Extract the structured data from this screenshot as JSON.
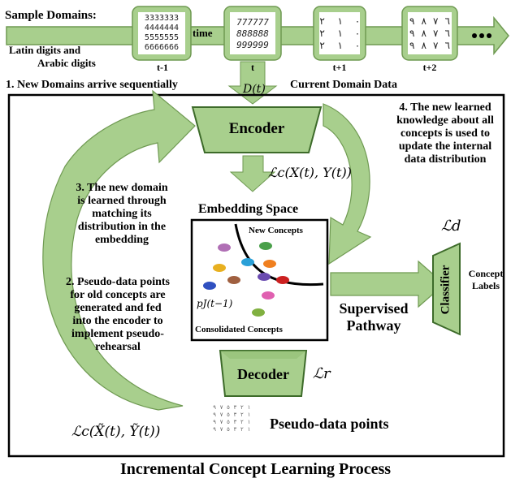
{
  "header": {
    "sample_domains": "Sample Domains:",
    "latin_arabic_line1": "Latin digits and",
    "latin_arabic_line2": "Arabic digits",
    "time_label": "time",
    "new_domains": "1. New Domains arrive sequentially",
    "current_domain": "Current Domain Data",
    "domain_data_symbol": "D(t)"
  },
  "domains": [
    {
      "label": "t-1",
      "digits": "3333333\n4444444\n5555555\n6666666"
    },
    {
      "label": "t",
      "digits": "777777\n888888\n999999"
    },
    {
      "label": "t+1",
      "digits": "٠  ١  ٢\n٠  ١  ٢\n٠  ١  ٢"
    },
    {
      "label": "t+2",
      "digits": "٦ ٧ ٨ ٩\n٦ ٧ ٨ ٩\n٦ ٧ ٨ ٩"
    }
  ],
  "blocks": {
    "encoder": "Encoder",
    "decoder": "Decoder",
    "classifier": "Classifier",
    "concept_labels_1": "Concept",
    "concept_labels_2": "Labels"
  },
  "losses": {
    "lc": "ℒc(X(t), Y(t))",
    "ld": "ℒd",
    "lr": "ℒr",
    "lc_pseudo": "ℒc(X̃(t), Ỹ(t))"
  },
  "embedding": {
    "title": "Embedding Space",
    "new_concepts": "New Concepts",
    "consolidated": "Consolidated Concepts",
    "pj": "pJ(t−1)"
  },
  "notes": {
    "n3": [
      "3. The new domain",
      "is learned through",
      "matching its",
      "distribution in the",
      "embedding"
    ],
    "n4": [
      "4. The new learned",
      "knowledge about all",
      "concepts is used to",
      "update the internal",
      "data distribution"
    ],
    "n2": [
      "2. Pseudo-data points",
      "for old concepts are",
      "generated and fed",
      "into the encoder to",
      "implement pseudo-",
      "rehearsal"
    ]
  },
  "supervised": [
    "Supervised",
    "Pathway"
  ],
  "pseudo_points": "Pseudo-data points",
  "pseudo_glyphs": "١ ٢ ٣ ٥ ٧ ٩\n١ ٢ ٣ ٥ ٧ ٩\n١ ٢ ٣ ٥ ٧ ٩\n١ ٢ ٣ ٥ ٧ ٩",
  "footer": "Incremental Concept Learning Process",
  "colors": {
    "fill": "#a8cf8d",
    "stroke": "#6f9a52",
    "dark": "#3d6b2a",
    "blobs": [
      "#b06fb5",
      "#4aa04a",
      "#e8b020",
      "#2aa0d8",
      "#f08020",
      "#cc2020",
      "#6a4bb0",
      "#a06040",
      "#3050c0",
      "#e060b0",
      "#80b040"
    ]
  }
}
